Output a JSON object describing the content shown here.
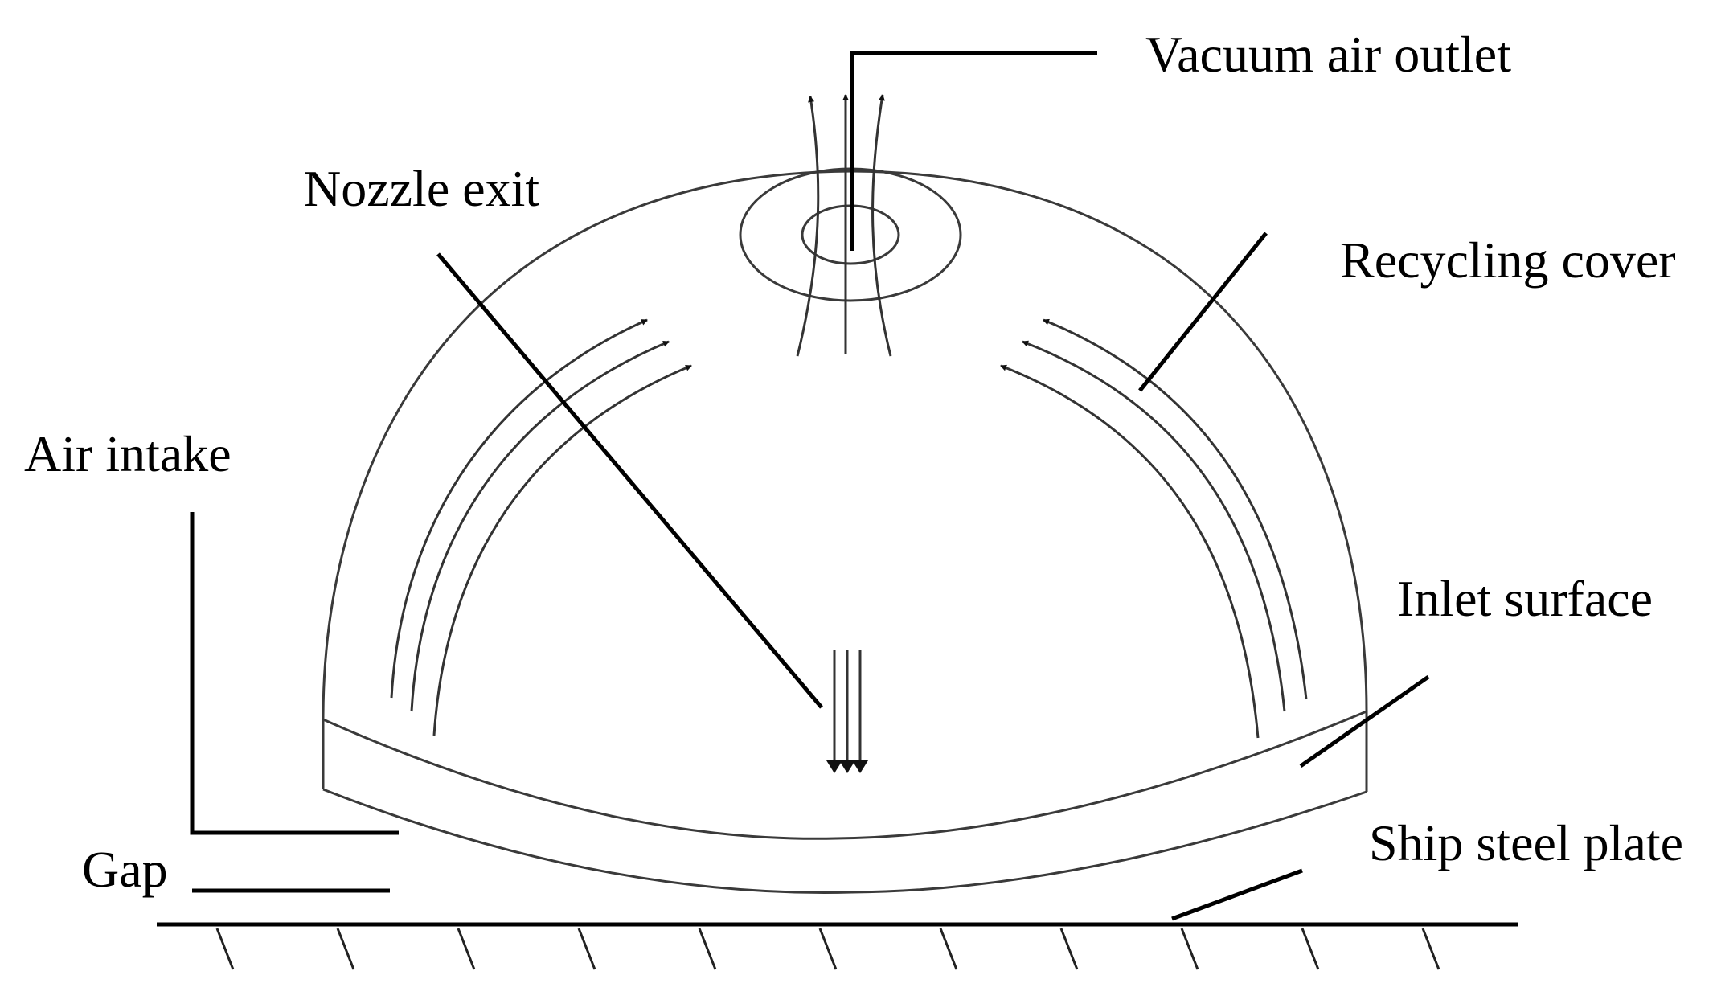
{
  "diagram": {
    "labels": {
      "vacuum_air_outlet": "Vacuum air outlet",
      "nozzle_exit": "Nozzle exit",
      "recycling_cover": "Recycling cover",
      "air_intake": "Air intake",
      "inlet_surface": "Inlet surface",
      "gap": "Gap",
      "ship_steel_plate": "Ship steel plate"
    }
  }
}
